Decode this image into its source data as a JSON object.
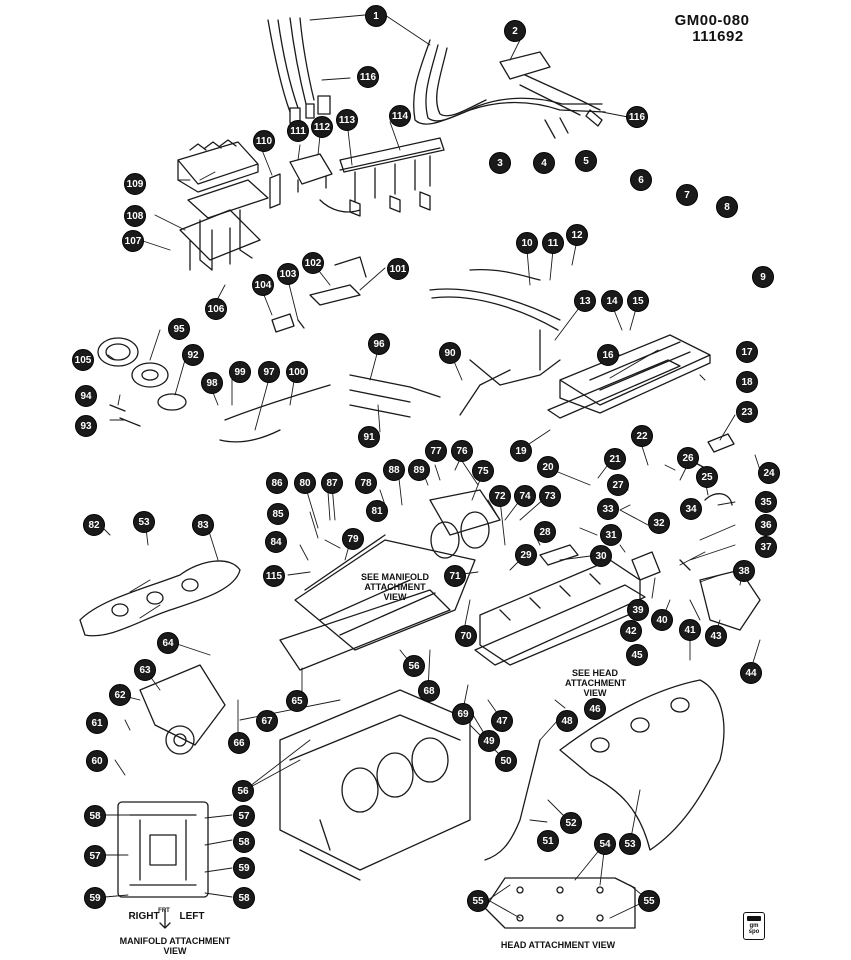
{
  "header": {
    "code_line1": "GM00-080",
    "code_line2": "111692"
  },
  "notes": {
    "manifold_view": "SEE MANIFOLD\nATTACHMENT\nVIEW",
    "head_view": "SEE HEAD\nATTACHMENT\nVIEW",
    "right": "RIGHT",
    "frt": "FRT",
    "left": "LEFT",
    "manifold_caption": "MANIFOLD ATTACHMENT\nVIEW",
    "head_caption": "HEAD ATTACHMENT VIEW"
  },
  "logo": {
    "text": "gm\nspo"
  },
  "callouts": [
    "1",
    "2",
    "3",
    "4",
    "5",
    "6",
    "7",
    "8",
    "9",
    "10",
    "11",
    "12",
    "13",
    "14",
    "15",
    "16",
    "17",
    "18",
    "19",
    "20",
    "21",
    "22",
    "23",
    "24",
    "25",
    "26",
    "27",
    "28",
    "29",
    "30",
    "31",
    "32",
    "33",
    "34",
    "35",
    "36",
    "37",
    "38",
    "39",
    "40",
    "41",
    "42",
    "43",
    "44",
    "45",
    "46",
    "47",
    "48",
    "49",
    "50",
    "51",
    "52",
    "53",
    "53",
    "54",
    "55",
    "55",
    "56",
    "56",
    "57",
    "57",
    "58",
    "58",
    "58",
    "59",
    "59",
    "60",
    "61",
    "62",
    "63",
    "64",
    "65",
    "66",
    "67",
    "68",
    "69",
    "70",
    "71",
    "72",
    "73",
    "74",
    "75",
    "76",
    "77",
    "78",
    "79",
    "80",
    "81",
    "82",
    "83",
    "84",
    "85",
    "86",
    "87",
    "88",
    "89",
    "90",
    "91",
    "92",
    "93",
    "94",
    "95",
    "96",
    "97",
    "98",
    "99",
    "100",
    "101",
    "102",
    "103",
    "104",
    "105",
    "106",
    "107",
    "108",
    "109",
    "110",
    "111",
    "112",
    "113",
    "114",
    "115",
    "116",
    "116"
  ]
}
